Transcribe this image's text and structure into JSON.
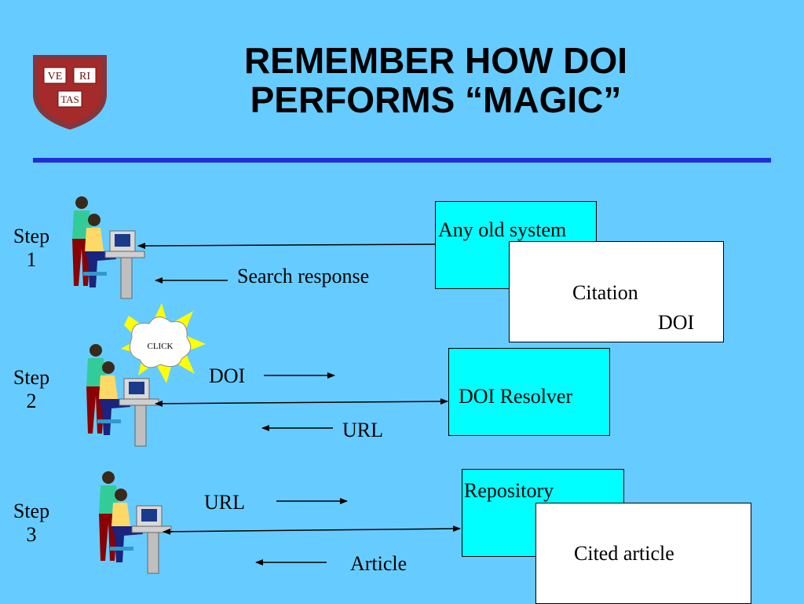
{
  "slide": {
    "title_line1": "REMEMBER HOW DOI",
    "title_line2": "PERFORMS “MAGIC”",
    "logo": {
      "icon": "harvard-veritas-shield-icon",
      "text_ve": "VE",
      "text_ri": "RI",
      "text_tas": "TAS"
    }
  },
  "steps": [
    {
      "label": "Step",
      "number": "1"
    },
    {
      "label": "Step",
      "number": "2"
    },
    {
      "label": "Step",
      "number": "3"
    }
  ],
  "boxes": {
    "any_old_system": "Any old system",
    "citation": "Citation",
    "citation_doi": "DOI",
    "doi_resolver": "DOI Resolver",
    "repository": "Repository",
    "cited_article": "Cited article"
  },
  "arrow_labels": {
    "search_response": "Search response",
    "doi": "DOI",
    "url_back": "URL",
    "url_forward": "URL",
    "article": "Article"
  },
  "click_bubble": {
    "text": "CLICK"
  },
  "colors": {
    "background": "#66ccff",
    "rule": "#1f2fd8",
    "cyan_box": "#00ffff",
    "white_box": "#ffffff"
  }
}
